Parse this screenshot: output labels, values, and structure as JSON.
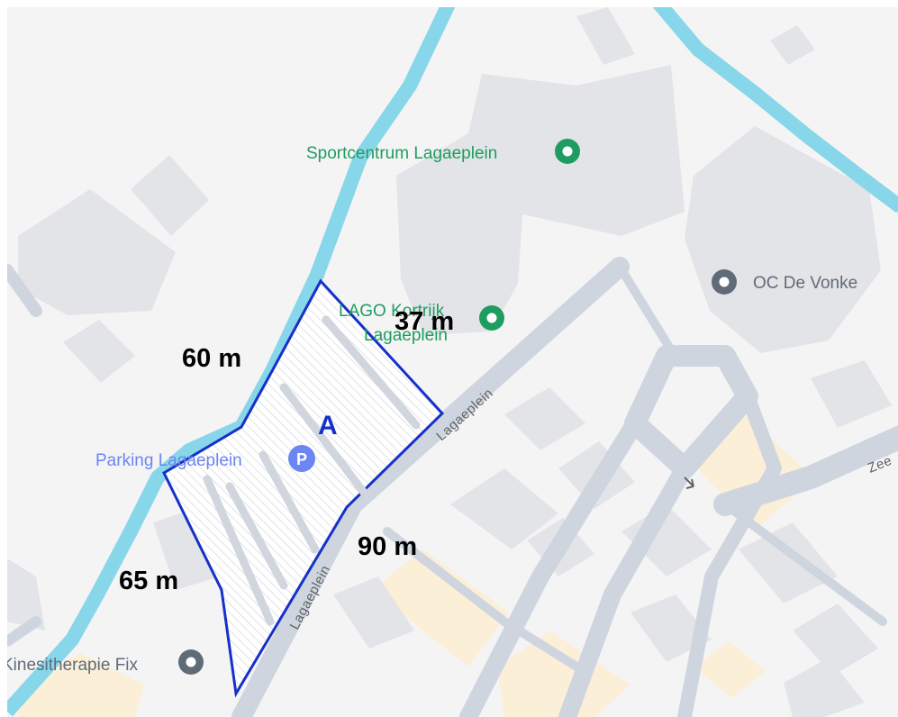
{
  "map": {
    "colors": {
      "background": "#f4f4f5",
      "building": "#e3e4e7",
      "building_edge": "#d9dbe0",
      "road": "#cfd5df",
      "water": "#88d6ea",
      "commercial": "#fbefd8",
      "poi_green": "#1f9d60",
      "poi_grey": "#606b78",
      "parking_blue": "#6b86f2",
      "outline": "#1631c9"
    },
    "places": [
      {
        "name": "Sportcentrum Lagaeplein",
        "icon": "poi-pin-green"
      },
      {
        "name": "LAGO Kortrijk",
        "icon": "poi-pin-green"
      },
      {
        "name": "Lagaeplein",
        "icon": ""
      },
      {
        "name": "OC De Vonke",
        "icon": "poi-pin-grey"
      },
      {
        "name": "Parking Lagaeplein",
        "icon": "parking-icon"
      },
      {
        "name": "Kinesitherapie Fix",
        "icon": "poi-pin-grey"
      }
    ],
    "parking_symbol": "P",
    "roads": [
      "Lagaeplein",
      "Lagaeplein",
      "Zee"
    ],
    "area": {
      "label": "A"
    },
    "measurements": [
      "60 m",
      "37 m",
      "90 m",
      "65 m"
    ]
  }
}
